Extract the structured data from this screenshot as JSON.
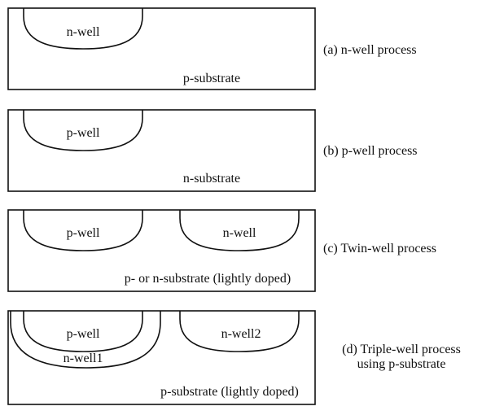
{
  "colors": {
    "line": "#111111",
    "background": "#ffffff"
  },
  "panels": [
    {
      "id": "a",
      "caption_lines": [
        "(a) n-well process"
      ],
      "wells": [
        "n-well"
      ],
      "substrate": "p-substrate"
    },
    {
      "id": "b",
      "caption_lines": [
        "(b) p-well process"
      ],
      "wells": [
        "p-well"
      ],
      "substrate": "n-substrate"
    },
    {
      "id": "c",
      "caption_lines": [
        "(c) Twin-well process"
      ],
      "wells": [
        "p-well",
        "n-well"
      ],
      "substrate": "p- or n-substrate (lightly doped)"
    },
    {
      "id": "d",
      "caption_lines": [
        "(d) Triple-well process",
        "using p-substrate"
      ],
      "wells": [
        "p-well",
        "n-well1",
        "n-well2"
      ],
      "substrate": "p-substrate (lightly doped)"
    }
  ]
}
